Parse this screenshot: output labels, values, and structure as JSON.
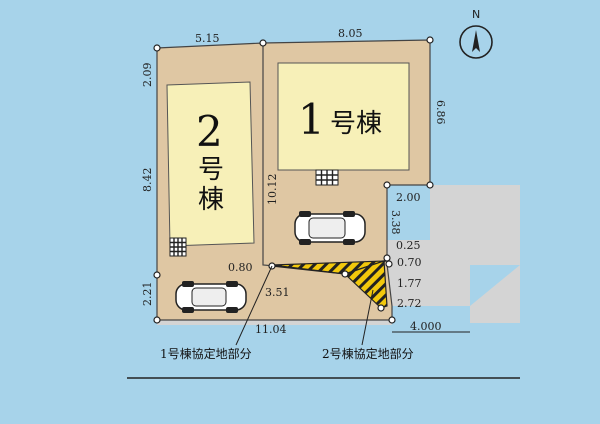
{
  "compass": {
    "label": "N"
  },
  "buildings": {
    "b2": {
      "number": "2",
      "suffix_1": "号",
      "suffix_2": "棟"
    },
    "b1": {
      "number": "1",
      "suffix": "号棟"
    }
  },
  "dimensions": {
    "top_left": "5.15",
    "top_right": "8.05",
    "left_top": "2.09",
    "left_mid": "8.42",
    "left_bottom": "2.21",
    "right_top": "6.86",
    "mid_vertical": "10.12",
    "step": "2.00",
    "right_mid": "3.38",
    "d_025": "0.25",
    "d_070": "0.70",
    "d_080": "0.80",
    "d_351": "3.51",
    "d_177": "1.77",
    "d_272": "2.72",
    "bottom": "11.04",
    "road_width": "4.000"
  },
  "labels": {
    "shared_b1": "1号棟協定地部分",
    "shared_b2": "2号棟協定地部分"
  },
  "colors": {
    "background": "#a7d3ea",
    "lot": "#dfc7a3",
    "building": "#f7f0b8",
    "road": "#d4d4d4",
    "hatch": "#f2c80c"
  }
}
